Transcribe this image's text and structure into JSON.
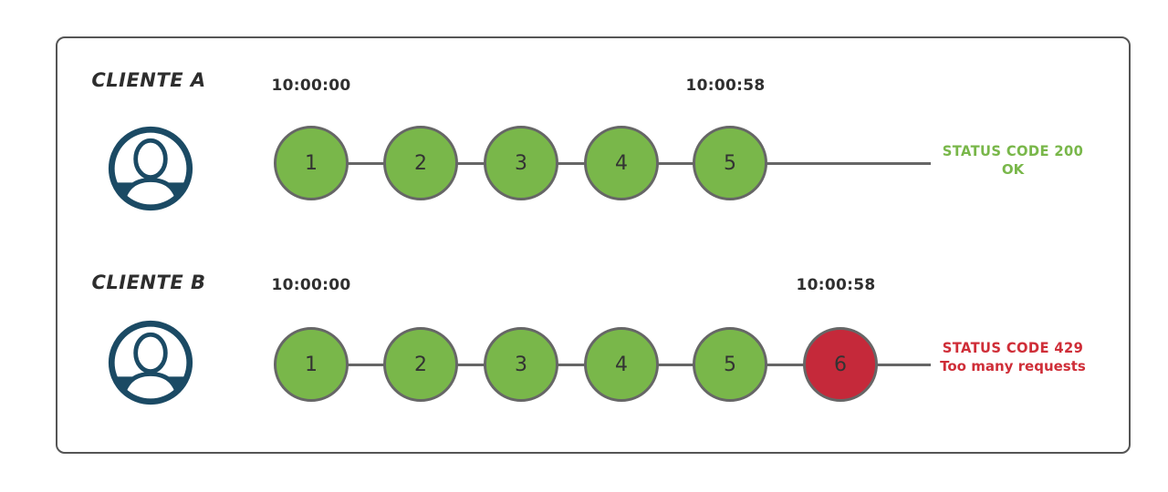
{
  "diagram": {
    "description": "rate-limit-comparison-diagram"
  },
  "colors": {
    "ok_fill": "#79b74a",
    "blocked_fill": "#c5293a",
    "node_border": "#666666",
    "line": "#666666",
    "frame_border": "#555555",
    "avatar": "#1b4a64",
    "label_text": "#2d2d2d",
    "timestamp_text": "#2f2f2f",
    "status_ok_text": "#79b74a",
    "status_error_text": "#cf2e38"
  },
  "clients": [
    {
      "name": "CLIENTE A",
      "avatar_icon": "user-avatar-icon",
      "start_time": "10:00:00",
      "end_time": "10:00:58",
      "requests": [
        {
          "label": "1",
          "state": "ok"
        },
        {
          "label": "2",
          "state": "ok"
        },
        {
          "label": "3",
          "state": "ok"
        },
        {
          "label": "4",
          "state": "ok"
        },
        {
          "label": "5",
          "state": "ok"
        }
      ],
      "status": {
        "line1": "STATUS CODE 200",
        "line2": "OK",
        "type": "ok"
      }
    },
    {
      "name": "CLIENTE B",
      "avatar_icon": "user-avatar-icon",
      "start_time": "10:00:00",
      "end_time": "10:00:58",
      "requests": [
        {
          "label": "1",
          "state": "ok"
        },
        {
          "label": "2",
          "state": "ok"
        },
        {
          "label": "3",
          "state": "ok"
        },
        {
          "label": "4",
          "state": "ok"
        },
        {
          "label": "5",
          "state": "ok"
        },
        {
          "label": "6",
          "state": "blocked"
        }
      ],
      "status": {
        "line1": "STATUS CODE 429",
        "line2": "Too many requests",
        "type": "error"
      }
    }
  ]
}
